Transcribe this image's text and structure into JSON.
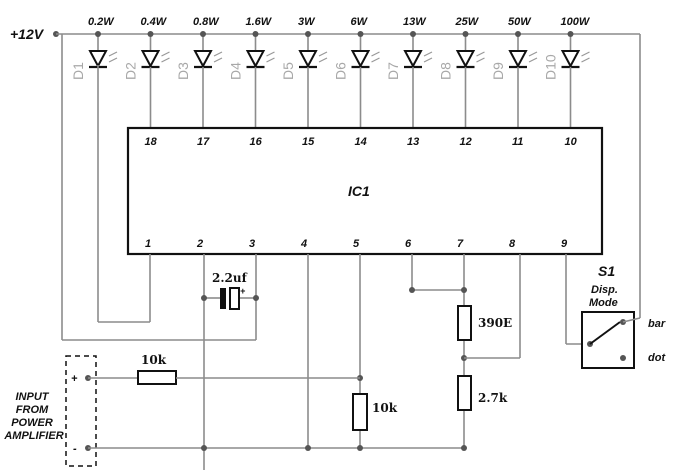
{
  "supply_label": "+12V",
  "ic": {
    "name": "IC1",
    "top_pins": [
      "18",
      "17",
      "16",
      "15",
      "14",
      "13",
      "12",
      "11",
      "10"
    ],
    "bottom_pins": [
      "1",
      "2",
      "3",
      "4",
      "5",
      "6",
      "7",
      "8",
      "9"
    ]
  },
  "leds": [
    {
      "ref": "D1",
      "power": "0.2W"
    },
    {
      "ref": "D2",
      "power": "0.4W"
    },
    {
      "ref": "D3",
      "power": "0.8W"
    },
    {
      "ref": "D4",
      "power": "1.6W"
    },
    {
      "ref": "D5",
      "power": "3W"
    },
    {
      "ref": "D6",
      "power": "6W"
    },
    {
      "ref": "D7",
      "power": "13W"
    },
    {
      "ref": "D8",
      "power": "25W"
    },
    {
      "ref": "D9",
      "power": "50W"
    },
    {
      "ref": "D10",
      "power": "100W"
    }
  ],
  "capacitor": {
    "value": "2.2uf",
    "plus": "+"
  },
  "resistors": {
    "r_input": "10k",
    "r_pot": "10k",
    "r_390": "390E",
    "r_2k7": "2.7k"
  },
  "switch": {
    "ref": "S1",
    "title_line1": "Disp.",
    "title_line2": "Mode",
    "bar_label": "bar",
    "dot_label": "dot"
  },
  "input": {
    "lines": [
      "INPUT",
      "FROM",
      "POWER",
      "AMPLIFIER"
    ],
    "plus": "+",
    "minus": "-"
  }
}
